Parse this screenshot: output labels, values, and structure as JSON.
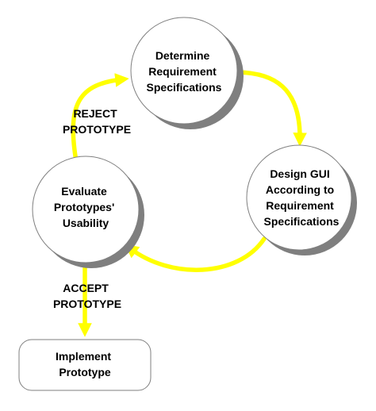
{
  "colors": {
    "arrow": "#ffff00",
    "node_fill": "#ffffff",
    "node_stroke": "#7f7f7f",
    "node_shadow": "#7f7f7f",
    "text": "#000000"
  },
  "nodes": {
    "determine": {
      "lines": [
        "Determine",
        "Requirement",
        "Specifications"
      ]
    },
    "design": {
      "lines": [
        "Design GUI",
        "According to",
        "Requirement",
        "Specifications"
      ]
    },
    "evaluate": {
      "lines": [
        "Evaluate",
        "Prototypes'",
        "Usability"
      ]
    },
    "implement": {
      "lines": [
        "Implement",
        "Prototype"
      ]
    }
  },
  "edges": {
    "reject": {
      "lines": [
        "REJECT",
        "PROTOTYPE"
      ]
    },
    "accept": {
      "lines": [
        "ACCEPT",
        "PROTOTYPE"
      ]
    }
  }
}
